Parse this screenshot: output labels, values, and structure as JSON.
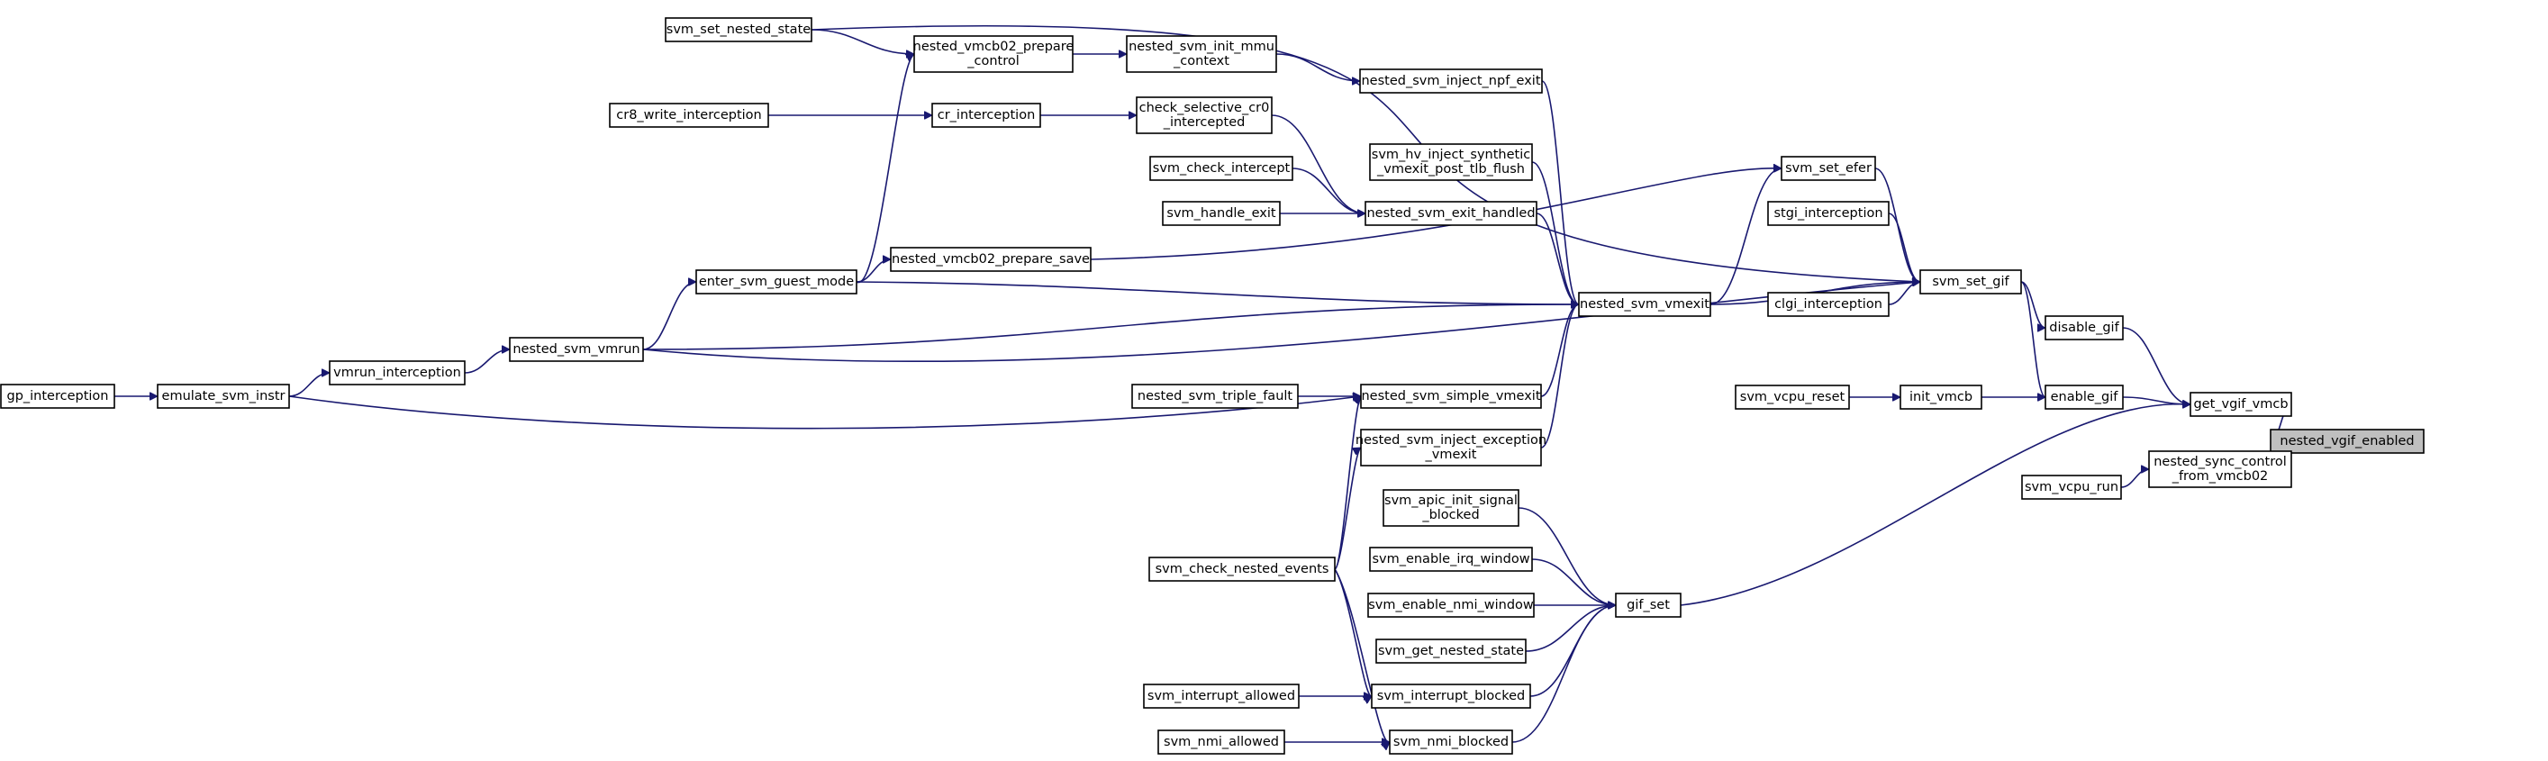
{
  "graph": {
    "root": "nested_vgif_enabled",
    "nodes": [
      {
        "id": "nested_vgif_enabled",
        "lines": [
          "nested_vgif_enabled"
        ],
        "root": true
      },
      {
        "id": "get_vgif_vmcb",
        "lines": [
          "get_vgif_vmcb"
        ]
      },
      {
        "id": "nested_sync_control_from_vmcb02",
        "lines": [
          "nested_sync_control",
          "_from_vmcb02"
        ]
      },
      {
        "id": "svm_vcpu_run",
        "lines": [
          "svm_vcpu_run"
        ]
      },
      {
        "id": "disable_gif",
        "lines": [
          "disable_gif"
        ]
      },
      {
        "id": "enable_gif",
        "lines": [
          "enable_gif"
        ]
      },
      {
        "id": "init_vmcb",
        "lines": [
          "init_vmcb"
        ]
      },
      {
        "id": "svm_vcpu_reset",
        "lines": [
          "svm_vcpu_reset"
        ]
      },
      {
        "id": "gif_set",
        "lines": [
          "gif_set"
        ]
      },
      {
        "id": "svm_set_gif",
        "lines": [
          "svm_set_gif"
        ]
      },
      {
        "id": "svm_set_efer",
        "lines": [
          "svm_set_efer"
        ]
      },
      {
        "id": "stgi_interception",
        "lines": [
          "stgi_interception"
        ]
      },
      {
        "id": "clgi_interception",
        "lines": [
          "clgi_interception"
        ]
      },
      {
        "id": "nested_svm_vmexit",
        "lines": [
          "nested_svm_vmexit"
        ]
      },
      {
        "id": "svm_set_nested_state",
        "lines": [
          "svm_set_nested_state"
        ]
      },
      {
        "id": "nested_vmcb02_prepare_control",
        "lines": [
          "nested_vmcb02_prepare",
          "_control"
        ]
      },
      {
        "id": "nested_svm_init_mmu_context",
        "lines": [
          "nested_svm_init_mmu",
          "_context"
        ]
      },
      {
        "id": "nested_svm_inject_npf_exit",
        "lines": [
          "nested_svm_inject_npf_exit"
        ]
      },
      {
        "id": "cr8_write_interception",
        "lines": [
          "cr8_write_interception"
        ]
      },
      {
        "id": "cr_interception",
        "lines": [
          "cr_interception"
        ]
      },
      {
        "id": "check_selective_cr0_intercepted",
        "lines": [
          "check_selective_cr0",
          "_intercepted"
        ]
      },
      {
        "id": "svm_hv_inject_synthetic_vmexit_post_tlb_flush",
        "lines": [
          "svm_hv_inject_synthetic",
          "_vmexit_post_tlb_flush"
        ]
      },
      {
        "id": "svm_check_intercept",
        "lines": [
          "svm_check_intercept"
        ]
      },
      {
        "id": "svm_handle_exit",
        "lines": [
          "svm_handle_exit"
        ]
      },
      {
        "id": "nested_svm_exit_handled",
        "lines": [
          "nested_svm_exit_handled"
        ]
      },
      {
        "id": "nested_vmcb02_prepare_save",
        "lines": [
          "nested_vmcb02_prepare_save"
        ]
      },
      {
        "id": "enter_svm_guest_mode",
        "lines": [
          "enter_svm_guest_mode"
        ]
      },
      {
        "id": "nested_svm_vmrun",
        "lines": [
          "nested_svm_vmrun"
        ]
      },
      {
        "id": "vmrun_interception",
        "lines": [
          "vmrun_interception"
        ]
      },
      {
        "id": "emulate_svm_instr",
        "lines": [
          "emulate_svm_instr"
        ]
      },
      {
        "id": "gp_interception",
        "lines": [
          "gp_interception"
        ]
      },
      {
        "id": "nested_svm_triple_fault",
        "lines": [
          "nested_svm_triple_fault"
        ]
      },
      {
        "id": "nested_svm_simple_vmexit",
        "lines": [
          "nested_svm_simple_vmexit"
        ]
      },
      {
        "id": "nested_svm_inject_exception_vmexit",
        "lines": [
          "nested_svm_inject_exception",
          "_vmexit"
        ]
      },
      {
        "id": "svm_check_nested_events",
        "lines": [
          "svm_check_nested_events"
        ]
      },
      {
        "id": "svm_apic_init_signal_blocked",
        "lines": [
          "svm_apic_init_signal",
          "_blocked"
        ]
      },
      {
        "id": "svm_enable_irq_window",
        "lines": [
          "svm_enable_irq_window"
        ]
      },
      {
        "id": "svm_enable_nmi_window",
        "lines": [
          "svm_enable_nmi_window"
        ]
      },
      {
        "id": "svm_get_nested_state",
        "lines": [
          "svm_get_nested_state"
        ]
      },
      {
        "id": "svm_interrupt_blocked",
        "lines": [
          "svm_interrupt_blocked"
        ]
      },
      {
        "id": "svm_interrupt_allowed",
        "lines": [
          "svm_interrupt_allowed"
        ]
      },
      {
        "id": "svm_nmi_blocked",
        "lines": [
          "svm_nmi_blocked"
        ]
      },
      {
        "id": "svm_nmi_allowed",
        "lines": [
          "svm_nmi_allowed"
        ]
      }
    ],
    "edges": [
      {
        "from": "get_vgif_vmcb",
        "to": "nested_vgif_enabled"
      },
      {
        "from": "nested_sync_control_from_vmcb02",
        "to": "nested_vgif_enabled"
      },
      {
        "from": "svm_vcpu_run",
        "to": "nested_sync_control_from_vmcb02"
      },
      {
        "from": "disable_gif",
        "to": "get_vgif_vmcb"
      },
      {
        "from": "enable_gif",
        "to": "get_vgif_vmcb"
      },
      {
        "from": "gif_set",
        "to": "get_vgif_vmcb"
      },
      {
        "from": "svm_set_gif",
        "to": "disable_gif"
      },
      {
        "from": "svm_set_gif",
        "to": "enable_gif"
      },
      {
        "from": "init_vmcb",
        "to": "enable_gif"
      },
      {
        "from": "svm_vcpu_reset",
        "to": "init_vmcb"
      },
      {
        "from": "svm_set_efer",
        "to": "svm_set_gif"
      },
      {
        "from": "stgi_interception",
        "to": "svm_set_gif"
      },
      {
        "from": "clgi_interception",
        "to": "svm_set_gif"
      },
      {
        "from": "nested_svm_vmexit",
        "to": "svm_set_gif"
      },
      {
        "from": "svm_set_nested_state",
        "to": "svm_set_gif"
      },
      {
        "from": "nested_vmcb02_prepare_save",
        "to": "svm_set_efer"
      },
      {
        "from": "nested_svm_vmrun",
        "to": "svm_set_gif"
      },
      {
        "from": "nested_svm_vmexit",
        "to": "svm_set_efer"
      },
      {
        "from": "nested_svm_inject_npf_exit",
        "to": "nested_svm_vmexit"
      },
      {
        "from": "nested_svm_init_mmu_context",
        "to": "nested_svm_inject_npf_exit"
      },
      {
        "from": "nested_vmcb02_prepare_control",
        "to": "nested_svm_init_mmu_context"
      },
      {
        "from": "svm_set_nested_state",
        "to": "nested_vmcb02_prepare_control"
      },
      {
        "from": "enter_svm_guest_mode",
        "to": "nested_vmcb02_prepare_control"
      },
      {
        "from": "svm_hv_inject_synthetic_vmexit_post_tlb_flush",
        "to": "nested_svm_vmexit"
      },
      {
        "from": "nested_svm_exit_handled",
        "to": "nested_svm_vmexit"
      },
      {
        "from": "check_selective_cr0_intercepted",
        "to": "nested_svm_exit_handled"
      },
      {
        "from": "cr_interception",
        "to": "check_selective_cr0_intercepted"
      },
      {
        "from": "cr8_write_interception",
        "to": "cr_interception"
      },
      {
        "from": "svm_check_intercept",
        "to": "nested_svm_exit_handled"
      },
      {
        "from": "svm_handle_exit",
        "to": "nested_svm_exit_handled"
      },
      {
        "from": "enter_svm_guest_mode",
        "to": "nested_vmcb02_prepare_save"
      },
      {
        "from": "enter_svm_guest_mode",
        "to": "nested_svm_vmexit"
      },
      {
        "from": "nested_svm_vmrun",
        "to": "enter_svm_guest_mode"
      },
      {
        "from": "nested_svm_vmrun",
        "to": "nested_svm_vmexit"
      },
      {
        "from": "vmrun_interception",
        "to": "nested_svm_vmrun"
      },
      {
        "from": "emulate_svm_instr",
        "to": "vmrun_interception"
      },
      {
        "from": "gp_interception",
        "to": "emulate_svm_instr"
      },
      {
        "from": "nested_svm_simple_vmexit",
        "to": "nested_svm_vmexit"
      },
      {
        "from": "nested_svm_triple_fault",
        "to": "nested_svm_simple_vmexit"
      },
      {
        "from": "emulate_svm_instr",
        "to": "nested_svm_simple_vmexit"
      },
      {
        "from": "nested_svm_inject_exception_vmexit",
        "to": "nested_svm_vmexit"
      },
      {
        "from": "svm_check_nested_events",
        "to": "nested_svm_simple_vmexit"
      },
      {
        "from": "svm_check_nested_events",
        "to": "nested_svm_inject_exception_vmexit"
      },
      {
        "from": "svm_apic_init_signal_blocked",
        "to": "gif_set"
      },
      {
        "from": "svm_enable_irq_window",
        "to": "gif_set"
      },
      {
        "from": "svm_enable_nmi_window",
        "to": "gif_set"
      },
      {
        "from": "svm_get_nested_state",
        "to": "gif_set"
      },
      {
        "from": "svm_interrupt_blocked",
        "to": "gif_set"
      },
      {
        "from": "svm_nmi_blocked",
        "to": "gif_set"
      },
      {
        "from": "svm_check_nested_events",
        "to": "svm_interrupt_blocked"
      },
      {
        "from": "svm_check_nested_events",
        "to": "svm_nmi_blocked"
      },
      {
        "from": "svm_interrupt_allowed",
        "to": "svm_interrupt_blocked"
      },
      {
        "from": "svm_nmi_allowed",
        "to": "svm_nmi_blocked"
      }
    ]
  }
}
